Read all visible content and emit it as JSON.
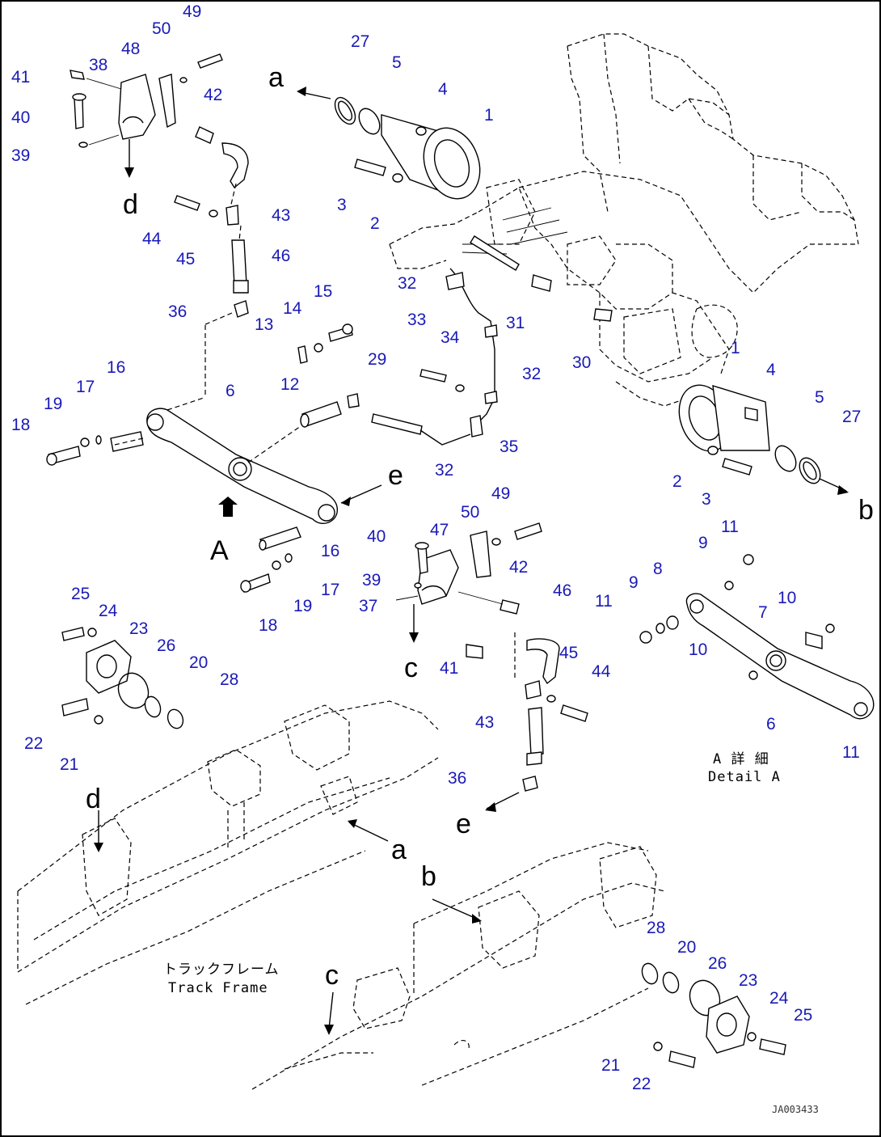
{
  "callouts": [
    {
      "id": "c49a",
      "t": "49"
    },
    {
      "id": "c50a",
      "t": "50"
    },
    {
      "id": "c48",
      "t": "48"
    },
    {
      "id": "c41a",
      "t": "41"
    },
    {
      "id": "c38",
      "t": "38"
    },
    {
      "id": "c40a",
      "t": "40"
    },
    {
      "id": "c39a",
      "t": "39"
    },
    {
      "id": "c42a",
      "t": "42"
    },
    {
      "id": "c27a",
      "t": "27"
    },
    {
      "id": "c5a",
      "t": "5"
    },
    {
      "id": "c4a",
      "t": "4"
    },
    {
      "id": "c1a",
      "t": "1"
    },
    {
      "id": "c3a",
      "t": "3"
    },
    {
      "id": "c2a",
      "t": "2"
    },
    {
      "id": "c44a",
      "t": "44"
    },
    {
      "id": "c43a",
      "t": "43"
    },
    {
      "id": "c45a",
      "t": "45"
    },
    {
      "id": "c46a",
      "t": "46"
    },
    {
      "id": "c32a",
      "t": "32"
    },
    {
      "id": "c36a",
      "t": "36"
    },
    {
      "id": "c13",
      "t": "13"
    },
    {
      "id": "c14",
      "t": "14"
    },
    {
      "id": "c15",
      "t": "15"
    },
    {
      "id": "c31",
      "t": "31"
    },
    {
      "id": "c33",
      "t": "33"
    },
    {
      "id": "c34",
      "t": "34"
    },
    {
      "id": "c32b",
      "t": "32"
    },
    {
      "id": "c30",
      "t": "30"
    },
    {
      "id": "c1b",
      "t": "1"
    },
    {
      "id": "c4b",
      "t": "4"
    },
    {
      "id": "c6a",
      "t": "6"
    },
    {
      "id": "c12",
      "t": "12"
    },
    {
      "id": "c29",
      "t": "29"
    },
    {
      "id": "c16a",
      "t": "16"
    },
    {
      "id": "c17a",
      "t": "17"
    },
    {
      "id": "c19a",
      "t": "19"
    },
    {
      "id": "c18a",
      "t": "18"
    },
    {
      "id": "c35",
      "t": "35"
    },
    {
      "id": "c32c",
      "t": "32"
    },
    {
      "id": "c5b",
      "t": "5"
    },
    {
      "id": "c27b",
      "t": "27"
    },
    {
      "id": "c2b",
      "t": "2"
    },
    {
      "id": "c3b",
      "t": "3"
    },
    {
      "id": "c49b",
      "t": "49"
    },
    {
      "id": "c50b",
      "t": "50"
    },
    {
      "id": "c40b",
      "t": "40"
    },
    {
      "id": "c47",
      "t": "47"
    },
    {
      "id": "c16b",
      "t": "16"
    },
    {
      "id": "c17b",
      "t": "17"
    },
    {
      "id": "c39b",
      "t": "39"
    },
    {
      "id": "c37",
      "t": "37"
    },
    {
      "id": "c42b",
      "t": "42"
    },
    {
      "id": "c18b",
      "t": "18"
    },
    {
      "id": "c19b",
      "t": "19"
    },
    {
      "id": "c11a",
      "t": "11"
    },
    {
      "id": "c9a",
      "t": "9"
    },
    {
      "id": "c8",
      "t": "8"
    },
    {
      "id": "c9b",
      "t": "9"
    },
    {
      "id": "c11b",
      "t": "11"
    },
    {
      "id": "c7",
      "t": "7"
    },
    {
      "id": "c10a",
      "t": "10"
    },
    {
      "id": "c10b",
      "t": "10"
    },
    {
      "id": "c25a",
      "t": "25"
    },
    {
      "id": "c24a",
      "t": "24"
    },
    {
      "id": "c23a",
      "t": "23"
    },
    {
      "id": "c26a",
      "t": "26"
    },
    {
      "id": "c20a",
      "t": "20"
    },
    {
      "id": "c28a",
      "t": "28"
    },
    {
      "id": "c22a",
      "t": "22"
    },
    {
      "id": "c21a",
      "t": "21"
    },
    {
      "id": "c41b",
      "t": "41"
    },
    {
      "id": "c46b",
      "t": "46"
    },
    {
      "id": "c45b",
      "t": "45"
    },
    {
      "id": "c44b",
      "t": "44"
    },
    {
      "id": "c43b",
      "t": "43"
    },
    {
      "id": "c36b",
      "t": "36"
    },
    {
      "id": "c6b",
      "t": "6"
    },
    {
      "id": "c11c",
      "t": "11"
    },
    {
      "id": "c28b",
      "t": "28"
    },
    {
      "id": "c20b",
      "t": "20"
    },
    {
      "id": "c26b",
      "t": "26"
    },
    {
      "id": "c23b",
      "t": "23"
    },
    {
      "id": "c24b",
      "t": "24"
    },
    {
      "id": "c25b",
      "t": "25"
    },
    {
      "id": "c21b",
      "t": "21"
    },
    {
      "id": "c22b",
      "t": "22"
    }
  ],
  "letters": {
    "a1": "a",
    "d1": "d",
    "e1": "e",
    "A": "A",
    "b1": "b",
    "c1": "c",
    "e2": "e",
    "d2": "d",
    "a2": "a",
    "b2": "b",
    "c2": "c"
  },
  "captions": {
    "detail_jp": "A 詳 細",
    "detail_en": "Detail A",
    "track_jp": "トラックフレーム",
    "track_en": "Track Frame",
    "drawing_code": "JA003433"
  }
}
